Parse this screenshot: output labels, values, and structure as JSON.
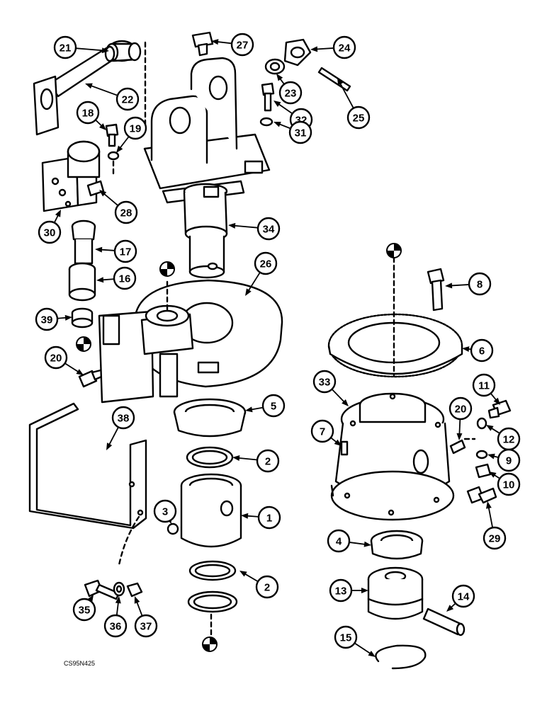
{
  "drawing_code": "CS95N425",
  "callouts": [
    {
      "label": "21"
    },
    {
      "label": "22"
    },
    {
      "label": "27"
    },
    {
      "label": "24"
    },
    {
      "label": "23"
    },
    {
      "label": "25"
    },
    {
      "label": "32"
    },
    {
      "label": "31"
    },
    {
      "label": "18"
    },
    {
      "label": "19"
    },
    {
      "label": "28"
    },
    {
      "label": "30"
    },
    {
      "label": "34"
    },
    {
      "label": "17"
    },
    {
      "label": "16"
    },
    {
      "label": "26"
    },
    {
      "label": "39"
    },
    {
      "label": "20"
    },
    {
      "label": "8"
    },
    {
      "label": "6"
    },
    {
      "label": "33"
    },
    {
      "label": "11"
    },
    {
      "label": "20"
    },
    {
      "label": "7"
    },
    {
      "label": "12"
    },
    {
      "label": "9"
    },
    {
      "label": "10"
    },
    {
      "label": "29"
    },
    {
      "label": "38"
    },
    {
      "label": "5"
    },
    {
      "label": "2"
    },
    {
      "label": "1"
    },
    {
      "label": "3"
    },
    {
      "label": "2"
    },
    {
      "label": "4"
    },
    {
      "label": "13"
    },
    {
      "label": "14"
    },
    {
      "label": "15"
    },
    {
      "label": "35"
    },
    {
      "label": "36"
    },
    {
      "label": "37"
    }
  ]
}
